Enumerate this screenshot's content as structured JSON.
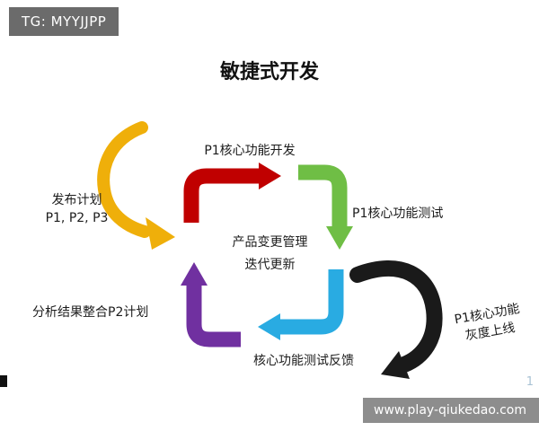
{
  "watermark": {
    "text": "TG: MYYJJPP"
  },
  "title": "敏捷式开发",
  "diagram": {
    "center": {
      "line1": "产品变更管理",
      "line2": "迭代更新"
    },
    "labels": {
      "dev": "P1核心功能开发",
      "test": "P1核心功能测试",
      "gray_line1": "P1核心功能",
      "gray_line2": "灰度上线",
      "feedback": "核心功能测试反馈",
      "analysis": "分析结果整合P2计划",
      "plan_line1": "发布计划",
      "plan_line2": "P1, P2, P3"
    },
    "colors": {
      "yellow": "#EFAF0A",
      "red": "#C00000",
      "green": "#6FBE45",
      "blue": "#29ABE2",
      "purple": "#7030A0",
      "black": "#1A1A1A"
    }
  },
  "footer": {
    "url": "www.play-qiukedao.com"
  },
  "page_number": "1"
}
